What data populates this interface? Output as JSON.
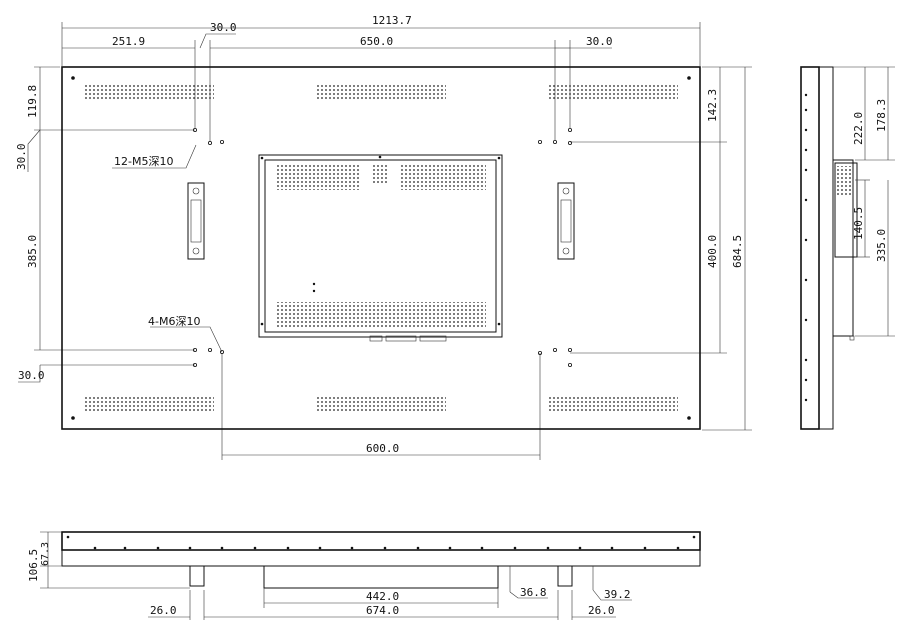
{
  "front_view": {
    "dims": {
      "overall_width": "1213.7",
      "left_offset": "251.9",
      "top_gap": "30.0",
      "mount_width": "650.0",
      "right_gap": "30.0",
      "top_offset": "119.8",
      "left_gap": "30.0",
      "mount_height": "385.0",
      "bottom_gap": "30.0",
      "right_top_offset": "142.3",
      "right_mount_height": "400.0",
      "overall_height": "684.5",
      "bottom_mount_width": "600.0"
    },
    "notes": {
      "m5": "12-M5深10",
      "m6": "4-M6深10"
    }
  },
  "side_view": {
    "dims": {
      "top_222": "222.0",
      "top_178": "178.3",
      "handle_140": "140.5",
      "depth_335": "335.0"
    }
  },
  "bottom_view": {
    "dims": {
      "left_106": "106.5",
      "left_67": "67.3",
      "width_442": "442.0",
      "depth_36": "36.8",
      "depth_39": "39.2",
      "width_674": "674.0",
      "left_26": "26.0",
      "right_26": "26.0"
    }
  }
}
